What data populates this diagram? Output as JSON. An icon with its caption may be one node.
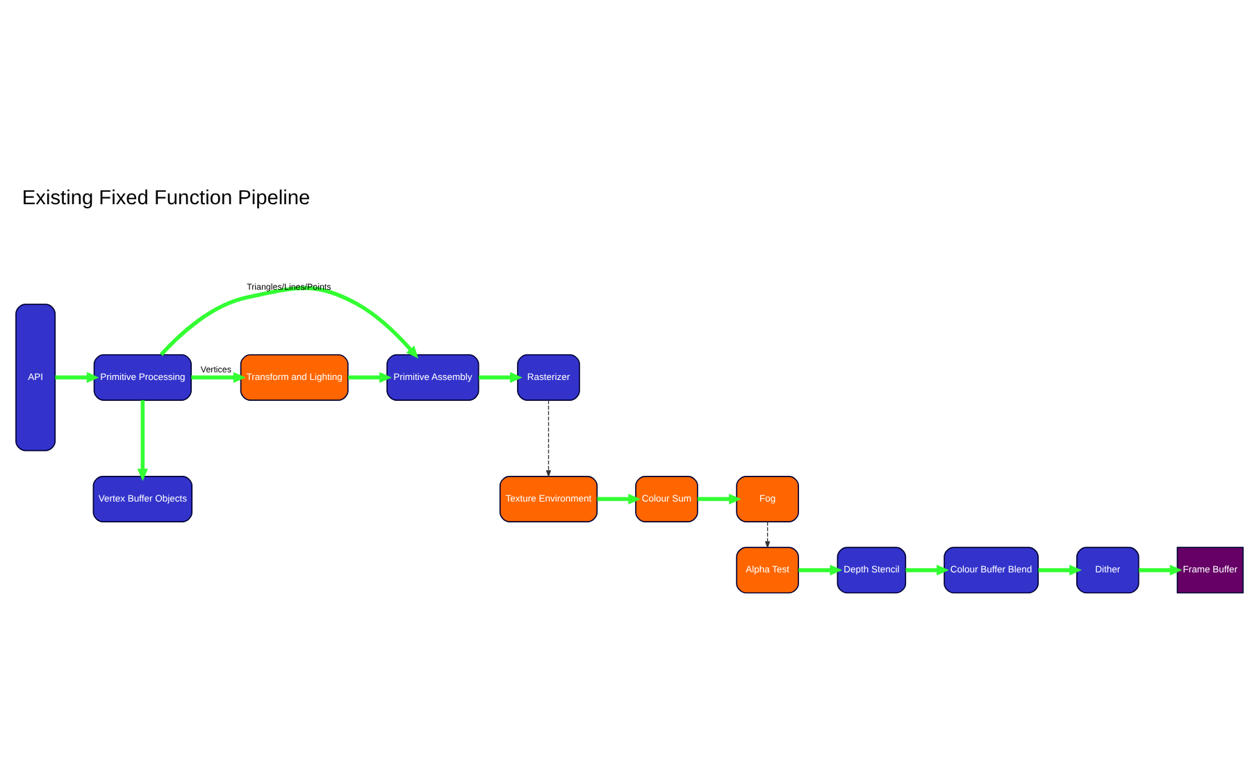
{
  "diagram": {
    "title": "Existing Fixed Function Pipeline",
    "nodes": [
      {
        "text": [
          "API"
        ]
      },
      {
        "text": [
          "Primitive Processing"
        ]
      },
      {
        "text": [
          "Vertex Buffer Objects"
        ]
      },
      {
        "text": [
          "Transform and Lighting"
        ]
      },
      {
        "text": [
          "Primitive Assembly"
        ]
      },
      {
        "text": [
          "Rasterizer"
        ]
      },
      {
        "text": [
          "Texture Environment"
        ]
      },
      {
        "text": [
          "Colour Sum"
        ]
      },
      {
        "text": [
          "Fog"
        ]
      },
      {
        "text": [
          "Alpha Test"
        ]
      },
      {
        "text": [
          "Depth Stencil"
        ]
      },
      {
        "text": [
          "Colour Buffer Blend"
        ]
      },
      {
        "text": [
          "Dither"
        ]
      },
      {
        "text": [
          "Frame Buffer"
        ]
      }
    ],
    "edges": [
      {
        "from": 0,
        "to": 1,
        "arrow": "to"
      },
      {
        "from": 1,
        "to": 2,
        "arrow": "to"
      },
      {
        "from": 1,
        "to": 3,
        "arrow": "to",
        "label": "Vertices"
      },
      {
        "from": 1,
        "to": 4,
        "arrow": "to",
        "label": "Triangles/Lines/Points"
      },
      {
        "from": 3,
        "to": 4,
        "arrow": "to"
      },
      {
        "from": 4,
        "to": 5,
        "arrow": "to"
      },
      {
        "from": 5,
        "to": 6,
        "arrow": "to",
        "style": "dashed",
        "color": "#333333"
      },
      {
        "from": 6,
        "to": 7,
        "arrow": "to"
      },
      {
        "from": 7,
        "to": 8,
        "arrow": "to"
      },
      {
        "from": 8,
        "to": 9,
        "arrow": "to",
        "style": "dashed",
        "color": "#333333"
      },
      {
        "from": 9,
        "to": 10,
        "arrow": "to"
      },
      {
        "from": 10,
        "to": 11,
        "arrow": "to"
      },
      {
        "from": 11,
        "to": 12,
        "arrow": "to"
      },
      {
        "from": 12,
        "to": 13,
        "arrow": "to"
      }
    ]
  }
}
